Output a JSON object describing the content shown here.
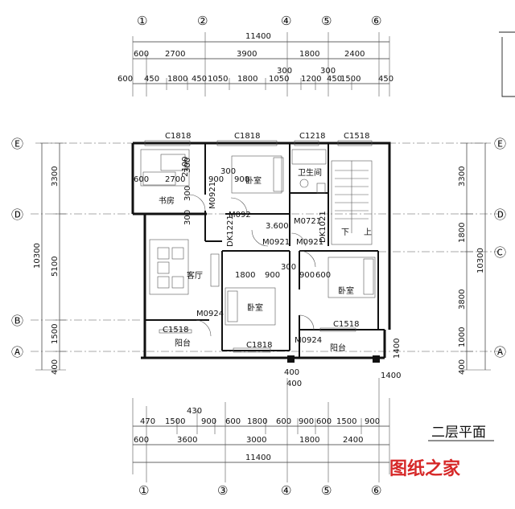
{
  "drawing": {
    "title": "二层平面",
    "watermark": "图纸之家",
    "level": "3.600",
    "colors": {
      "lines": "#222222",
      "watermark": "#d62828"
    }
  },
  "grid_top": [
    "①",
    "②",
    "④",
    "⑤",
    "⑥"
  ],
  "grid_bottom": [
    "①",
    "③",
    "④",
    "⑤",
    "⑥"
  ],
  "grid_left": [
    "Ⓔ",
    "Ⓓ",
    "Ⓑ",
    "Ⓐ"
  ],
  "grid_right": [
    "Ⓔ",
    "Ⓓ",
    "Ⓒ",
    "Ⓐ"
  ],
  "dims_top": {
    "total": "11400",
    "row2": [
      "600",
      "2700",
      "3900",
      "1800",
      "2400"
    ],
    "row3": [
      "600",
      "450",
      "1800",
      "450",
      "1050",
      "1800",
      "1050",
      "1200",
      "450",
      "1500",
      "450"
    ],
    "extra": [
      "300",
      "300"
    ]
  },
  "dims_bottom": {
    "row1": [
      "470",
      "1500",
      "430",
      "900",
      "600",
      "1800",
      "600",
      "900",
      "600",
      "1500",
      "900"
    ],
    "row2": [
      "600",
      "3600",
      "3000",
      "1800",
      "2400"
    ],
    "total": "11400"
  },
  "dims_left": {
    "total": "10300",
    "parts": [
      "3300",
      "5100",
      "1500",
      "400"
    ]
  },
  "dims_right": {
    "total": "10300",
    "parts": [
      "3300",
      "1800",
      "3800",
      "1000",
      "400"
    ]
  },
  "rooms": [
    "书房",
    "卧室",
    "卫生间",
    "客厅",
    "卧室",
    "卧室",
    "阳台",
    "阳台",
    "下",
    "上"
  ],
  "windows": [
    "C1818",
    "C1818",
    "C1218",
    "C1518",
    "C1518",
    "C1818",
    "C1518"
  ],
  "doors": [
    "M0921",
    "M092",
    "M0721",
    "DK1221",
    "M0921",
    "M0921",
    "DK1021",
    "M0924",
    "M0924"
  ],
  "interior_dims": [
    "2100",
    "600",
    "2700",
    "900",
    "300",
    "900",
    "300",
    "300",
    "1800",
    "900",
    "300",
    "900",
    "600",
    "1400",
    "400",
    "1400",
    "400",
    "300"
  ]
}
